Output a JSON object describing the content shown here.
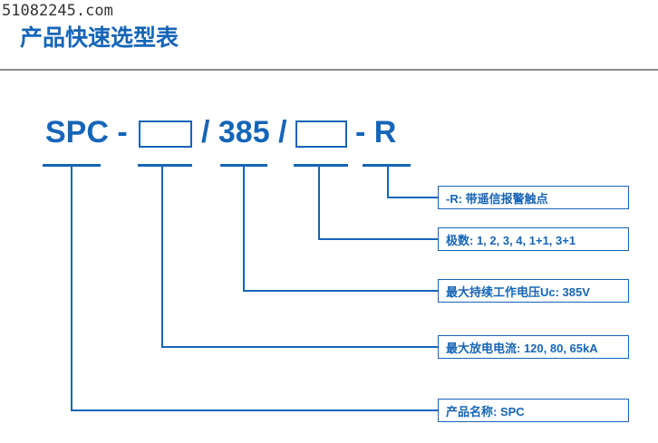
{
  "watermark": "51082245.com",
  "title": "产品快速选型表",
  "code": {
    "prefix": "SPC -",
    "voltage": "/ 385 /",
    "suffix": "- R"
  },
  "descriptions": [
    "-R: 带遥信报警触点",
    "极数: 1, 2, 3, 4, 1+1, 3+1",
    "最大持续工作电压Uc: 385V",
    "最大放电电流: 120, 80, 65kA",
    "产品名称: SPC"
  ],
  "colors": {
    "accent": "#1565b8",
    "rule": "#8c8c8c"
  }
}
